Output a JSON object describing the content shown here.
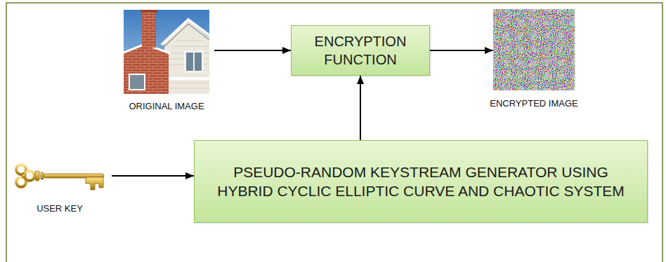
{
  "diagram": {
    "nodes": [
      {
        "text": [
          "ORIGINAL IMAGE"
        ]
      },
      {
        "text": [
          "ENCRYPTION FUNCTION"
        ]
      },
      {
        "text": [
          "ENCRYPTED IMAGE"
        ]
      },
      {
        "text": [
          "USER KEY"
        ]
      },
      {
        "text": [
          "PSEUDO-RANDOM KEYSTREAM GENERATOR USING HYBRID CYCLIC ELLIPTIC CURVE AND CHAOTIC SYSTEM"
        ]
      }
    ],
    "edges": [
      {
        "from": 0,
        "to": 1,
        "arrow": "to"
      },
      {
        "from": 1,
        "to": 2,
        "arrow": "to"
      },
      {
        "from": 4,
        "to": 1,
        "arrow": "to"
      },
      {
        "from": 3,
        "to": 4,
        "arrow": "to"
      }
    ]
  }
}
